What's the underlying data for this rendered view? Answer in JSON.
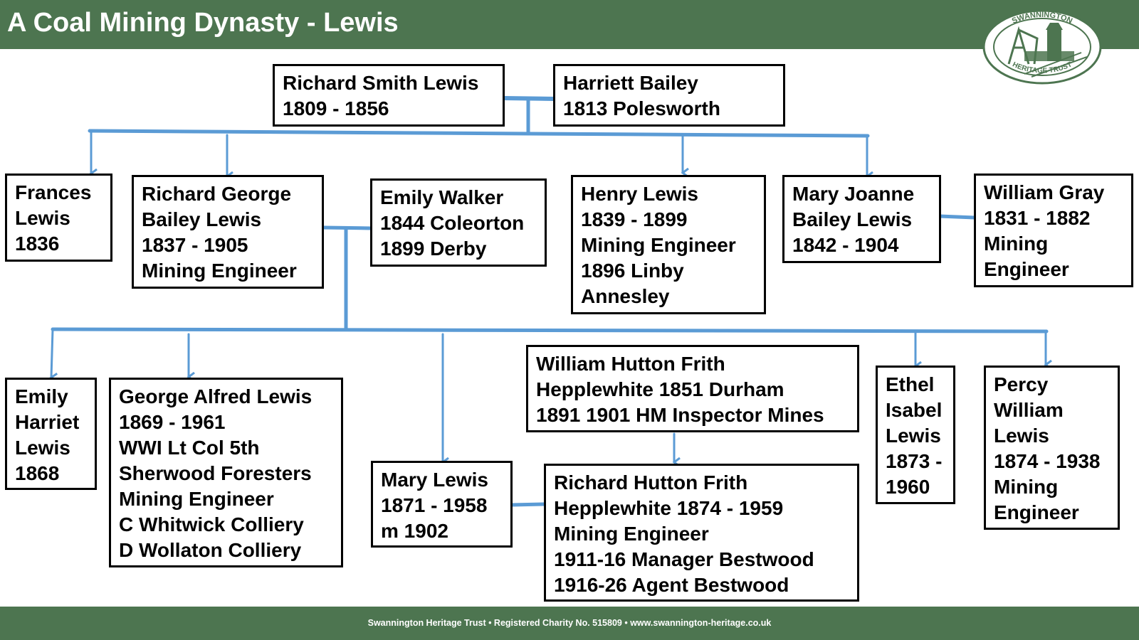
{
  "header": {
    "title": "A Coal Mining Dynasty - Lewis",
    "logo": {
      "top_text": "SWANNINGTON",
      "bottom_text": "HERITAGE TRUST",
      "icon": "swannington-heritage-trust-logo"
    }
  },
  "footer": {
    "text": "Swannington Heritage Trust • Registered Charity No. 515809 • www.swannington-heritage.co.uk"
  },
  "colors": {
    "header_bg": "#4d7550",
    "connector": "#5b9bd5",
    "box_border": "#000000",
    "text": "#000000"
  },
  "generations": {
    "gen1": [
      {
        "id": "richard-smith-lewis",
        "lines": [
          "Richard Smith Lewis",
          "1809 - 1856"
        ]
      },
      {
        "id": "harriett-bailey",
        "lines": [
          "Harriett Bailey",
          "1813 Polesworth"
        ]
      }
    ],
    "gen2": [
      {
        "id": "frances-lewis",
        "lines": [
          "Frances",
          "Lewis",
          "1836"
        ]
      },
      {
        "id": "richard-george-bailey-lewis",
        "lines": [
          "Richard George",
          "Bailey Lewis",
          "1837 - 1905",
          "Mining Engineer"
        ]
      },
      {
        "id": "emily-walker",
        "lines": [
          "Emily Walker",
          "1844 Coleorton",
          "1899 Derby"
        ]
      },
      {
        "id": "henry-lewis",
        "lines": [
          "Henry Lewis",
          "1839 - 1899",
          "Mining Engineer",
          "1896 Linby",
          "Annesley"
        ]
      },
      {
        "id": "mary-joanne-bailey-lewis",
        "lines": [
          "Mary Joanne",
          "Bailey Lewis",
          "1842 - 1904"
        ]
      },
      {
        "id": "william-gray",
        "lines": [
          "William Gray",
          "1831 - 1882",
          "Mining",
          "Engineer"
        ]
      }
    ],
    "gen3": [
      {
        "id": "emily-harriet-lewis",
        "lines": [
          "Emily",
          "Harriet",
          "Lewis",
          "1868"
        ]
      },
      {
        "id": "george-alfred-lewis",
        "lines": [
          "George Alfred Lewis",
          "1869 - 1961",
          "WWI Lt Col 5th",
          "Sherwood Foresters",
          "Mining Engineer",
          "C Whitwick Colliery",
          "D Wollaton Colliery"
        ]
      },
      {
        "id": "mary-lewis",
        "lines": [
          "Mary Lewis",
          "1871 - 1958",
          "m 1902"
        ]
      },
      {
        "id": "william-hutton-frith-hepplewhite",
        "lines": [
          "William Hutton Frith",
          "Hepplewhite  1851 Durham",
          "1891 1901 HM Inspector Mines"
        ]
      },
      {
        "id": "richard-hutton-frith-hepplewhite",
        "lines": [
          "Richard Hutton Frith",
          "Hepplewhite  1874 - 1959",
          "Mining Engineer",
          "1911-16 Manager Bestwood",
          "1916-26 Agent Bestwood"
        ]
      },
      {
        "id": "ethel-isabel-lewis",
        "lines": [
          "Ethel",
          "Isabel",
          "Lewis",
          "1873 -",
          "1960"
        ]
      },
      {
        "id": "percy-william-lewis",
        "lines": [
          "Percy",
          "William",
          "Lewis",
          "1874 - 1938",
          "Mining",
          "Engineer"
        ]
      }
    ]
  }
}
